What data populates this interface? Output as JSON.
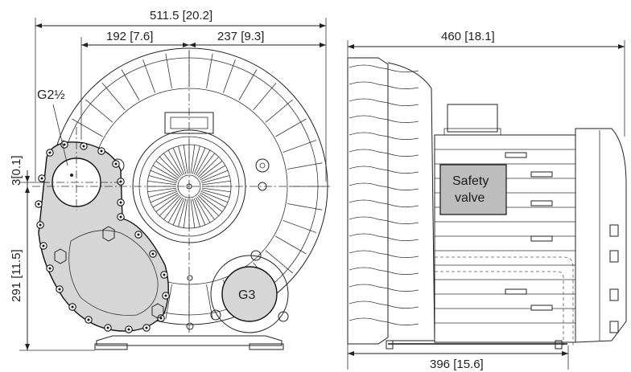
{
  "dimensions": {
    "overall_width": "511.5 [20.2]",
    "left_width": "192 [7.6]",
    "right_width": "237 [9.3]",
    "offset_small": "3[0.1]",
    "center_height": "291 [11.5]",
    "side_length": "460 [18.1]",
    "foot_spacing": "396 [15.6]"
  },
  "labels": {
    "inlet_port": "G2½",
    "outlet_port": "G3",
    "safety_valve_line1": "Safety",
    "safety_valve_line2": "valve"
  },
  "colors": {
    "housing_gray": "#d6d6d6",
    "valve_gray": "#bdbdbd",
    "line": "#222222"
  }
}
